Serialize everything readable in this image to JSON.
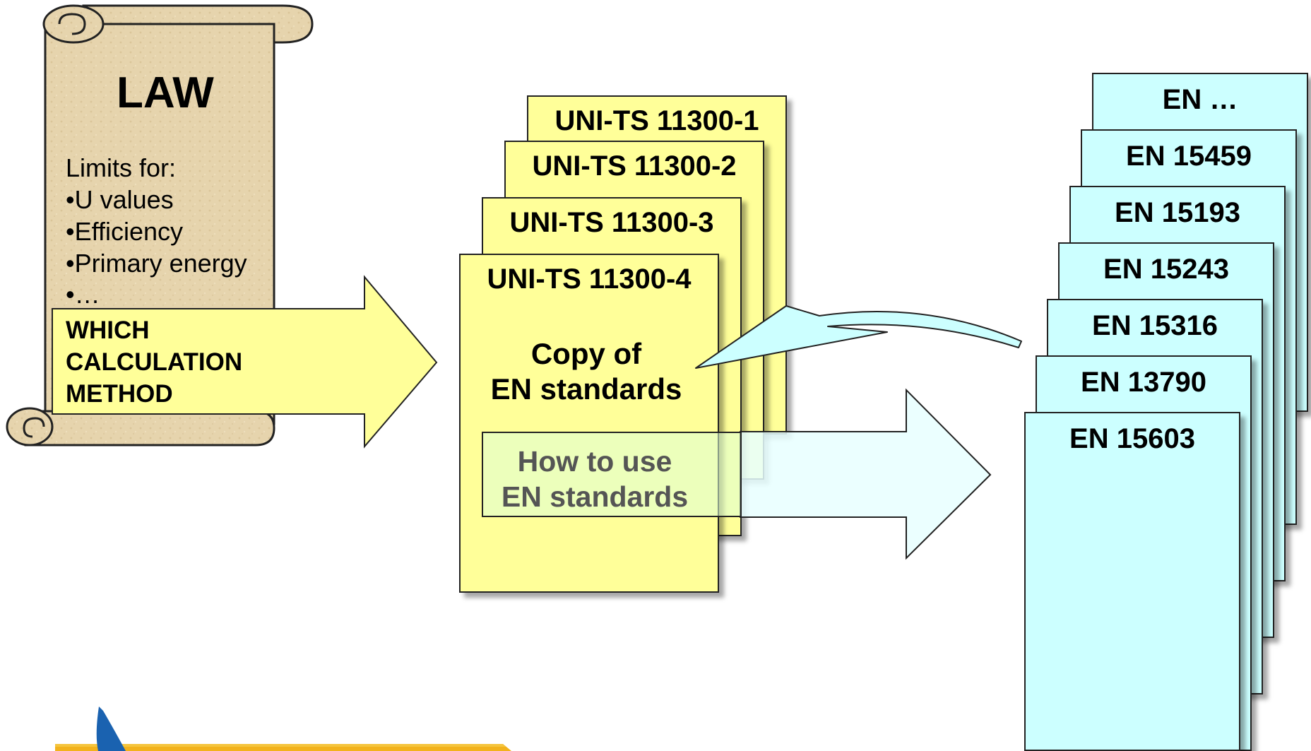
{
  "law": {
    "title": "LAW",
    "limits_heading": "Limits for:",
    "limits": [
      "•U values",
      "•Efficiency",
      "•Primary energy",
      "•…"
    ],
    "question_lines": [
      "WHICH",
      "CALCULATION",
      "METHOD"
    ]
  },
  "uni_stack": {
    "cards": [
      "UNI-TS 11300-1",
      "UNI-TS 11300-2",
      "UNI-TS 11300-3",
      "UNI-TS 11300-4"
    ],
    "copy_lines": [
      "Copy of",
      "EN standards"
    ],
    "how_lines": [
      "How to use",
      "EN standards"
    ]
  },
  "en_stack": {
    "cards": [
      "EN …",
      "EN 15459",
      "EN 15193",
      "EN 15243",
      "EN 15316",
      "EN 13790",
      "EN 15603"
    ]
  },
  "colors": {
    "parchment": "#e6d4ad",
    "yellow_card": "#ffff99",
    "yellow_arrow": "#ffff99",
    "cyan_card": "#ccffff",
    "cyan_arrow": "#e8ffff",
    "footer_bar": "#f2b21c",
    "footer_sail": "#1a62b0"
  }
}
